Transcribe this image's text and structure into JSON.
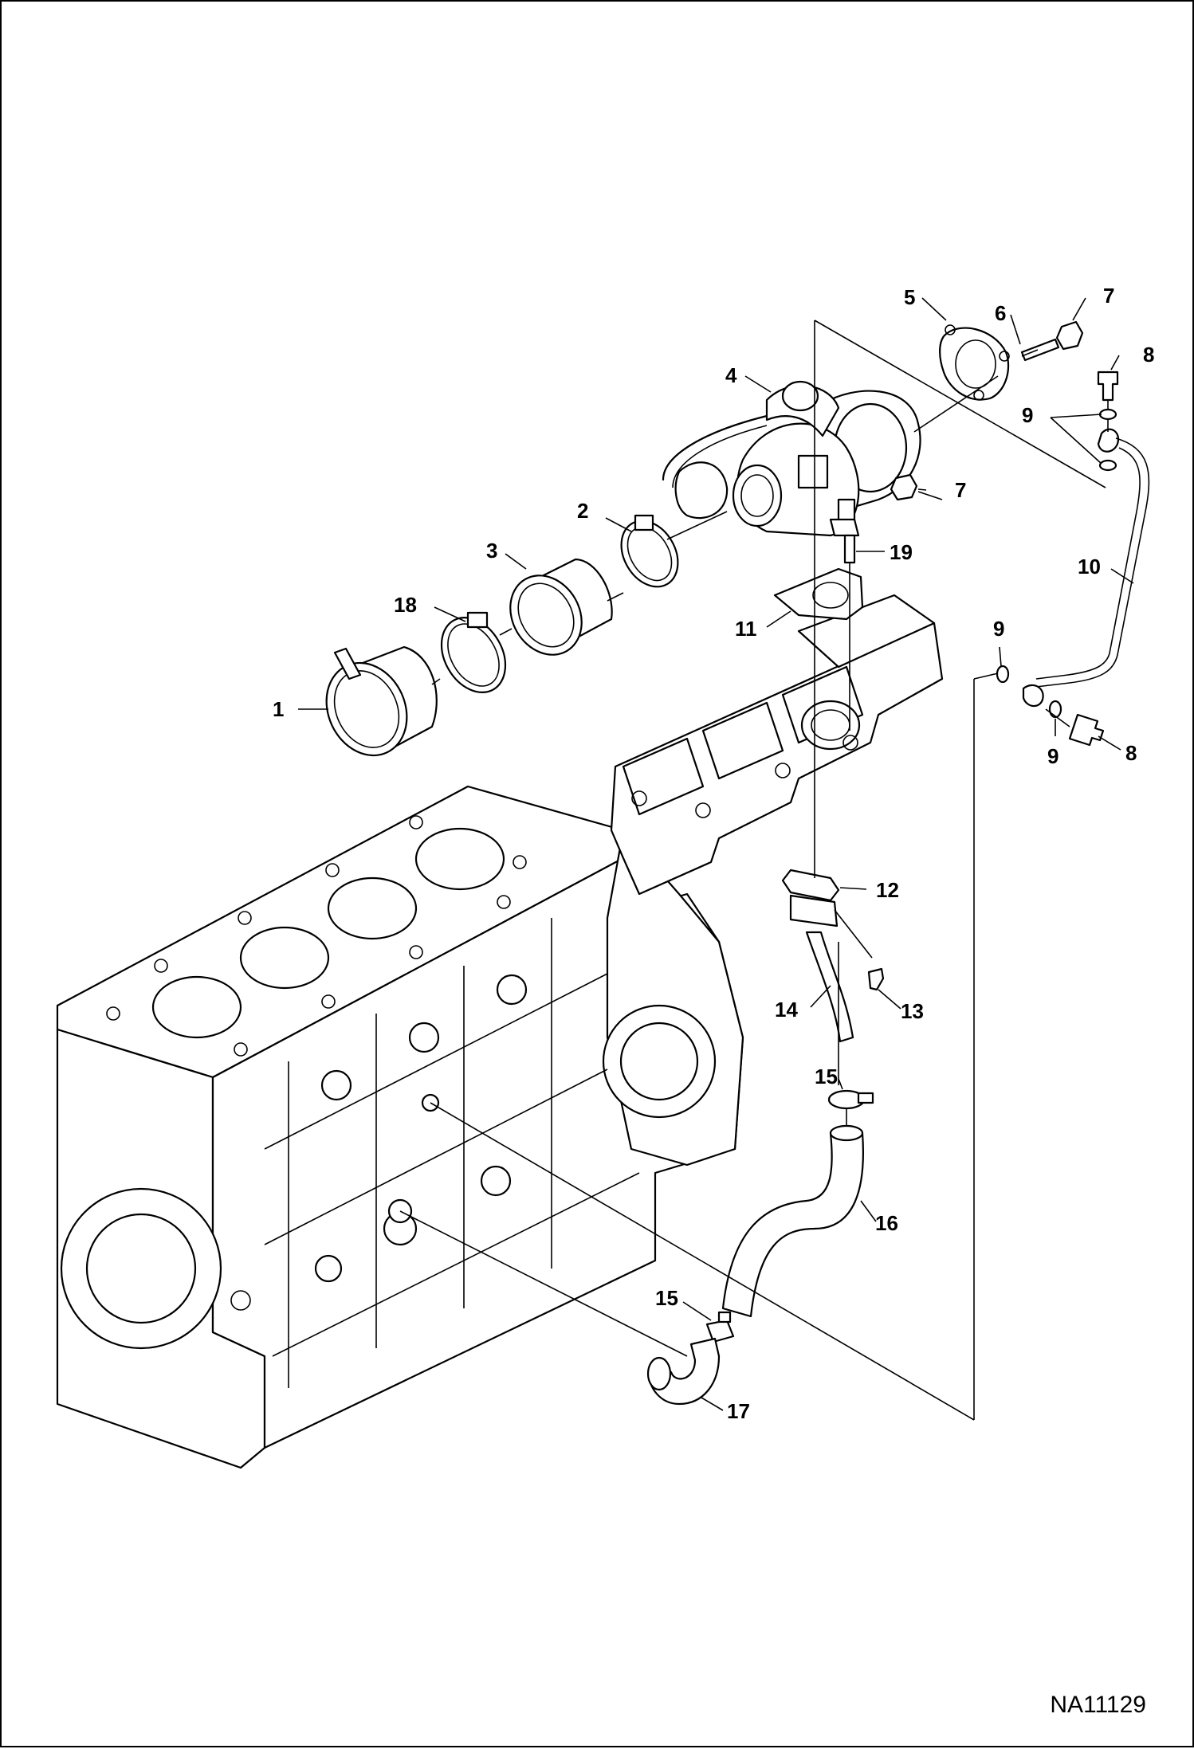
{
  "figure_id": "NA11129",
  "callouts": [
    "1",
    "2",
    "3",
    "4",
    "5",
    "6",
    "7",
    "7",
    "8",
    "8",
    "9",
    "9",
    "9",
    "10",
    "11",
    "12",
    "13",
    "14",
    "15",
    "15",
    "16",
    "17",
    "18",
    "19"
  ]
}
